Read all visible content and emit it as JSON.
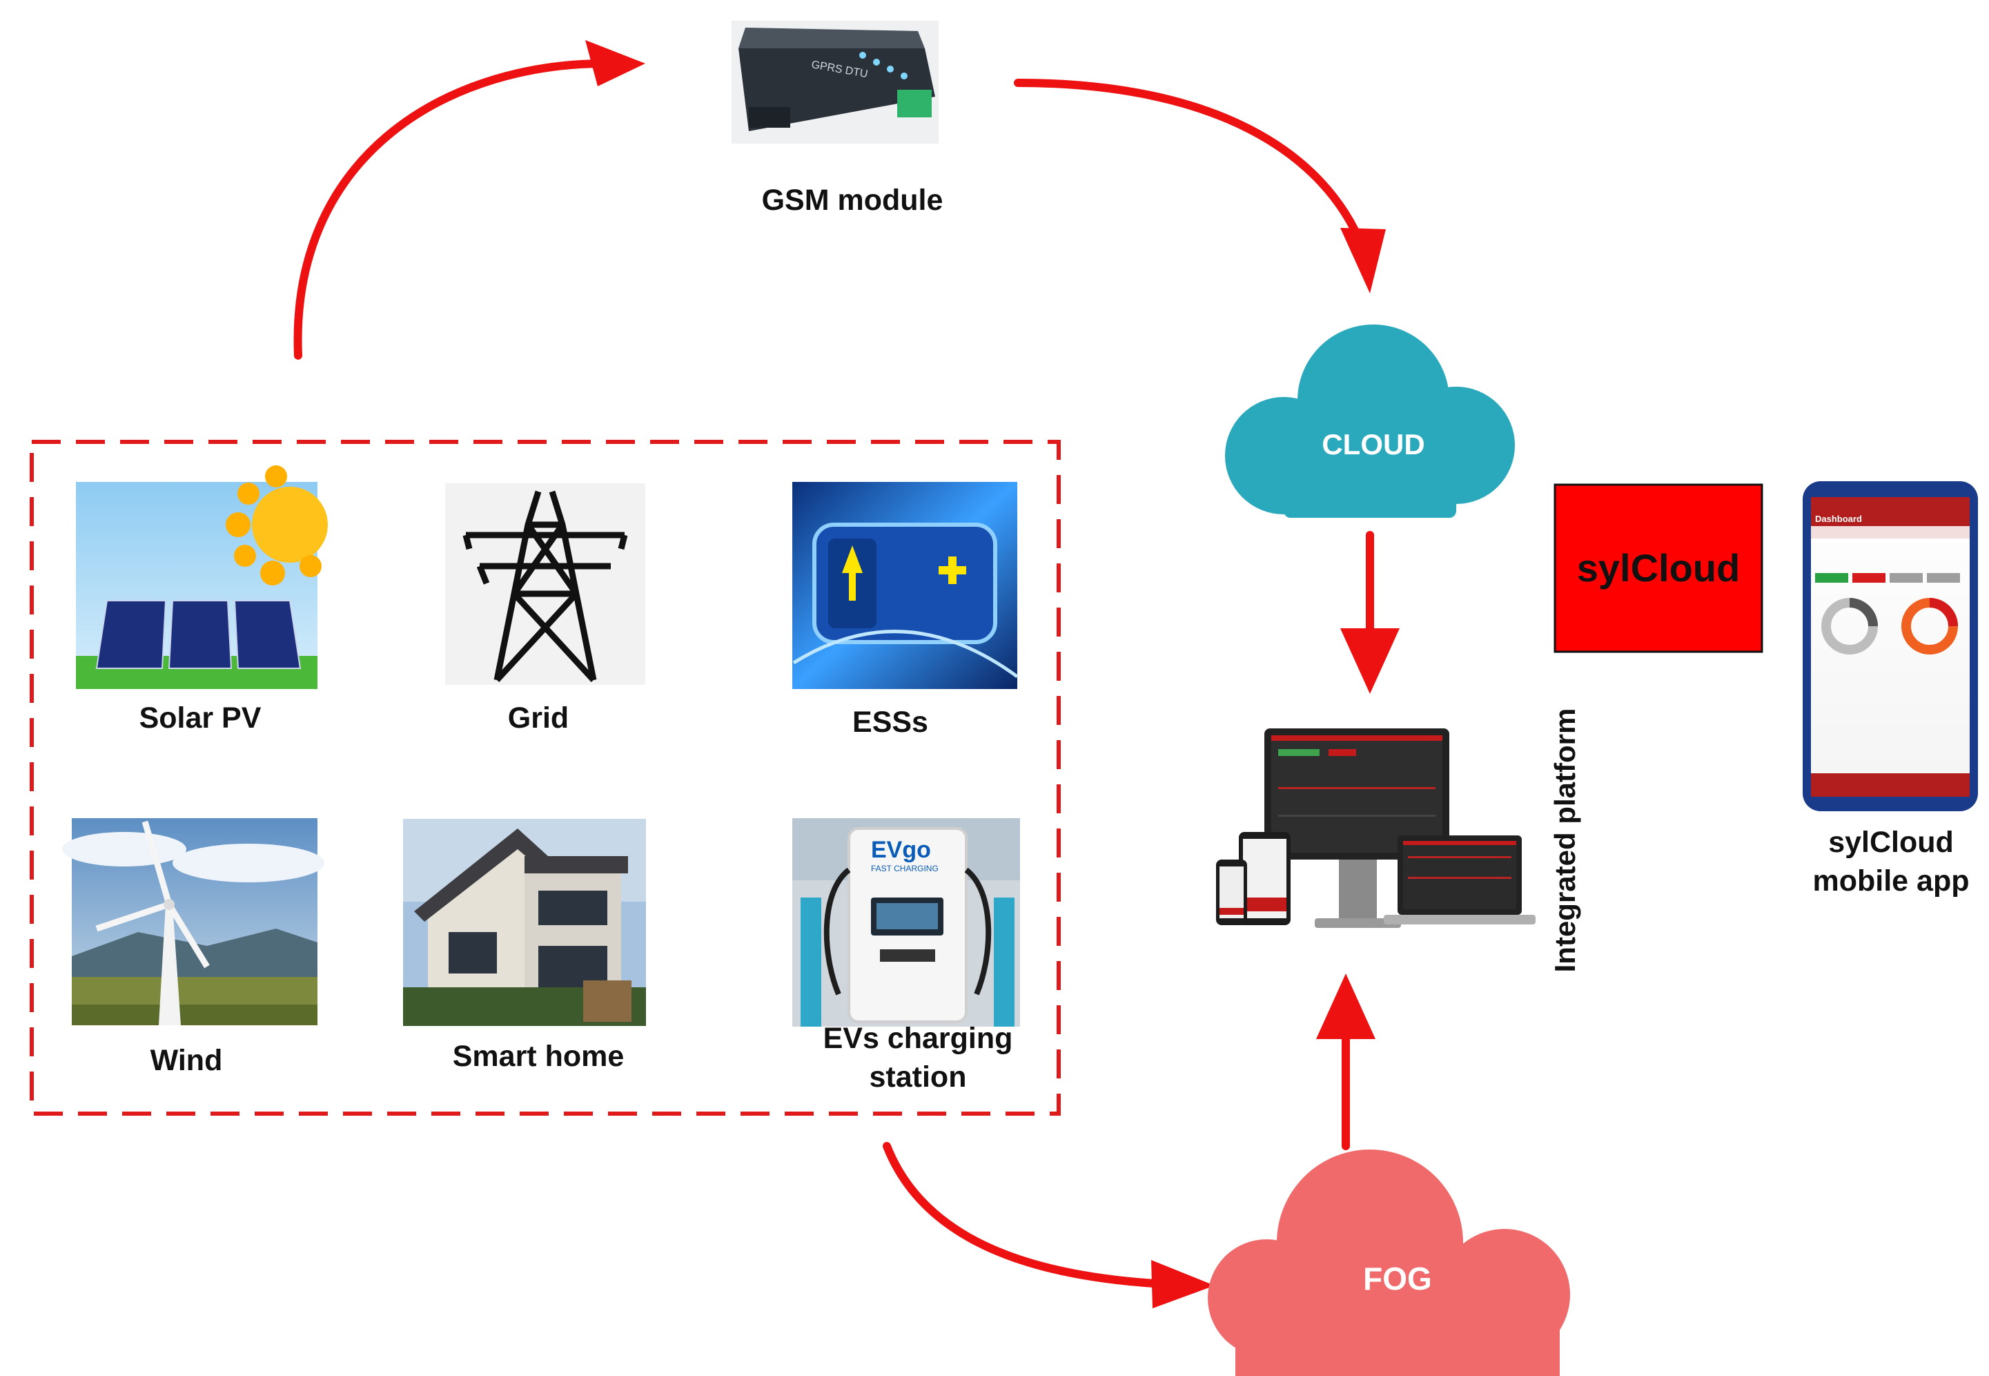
{
  "gsm": {
    "label": "GSM module",
    "device_text": "GPRS DTU"
  },
  "sources": {
    "solar": "Solar PV",
    "grid": "Grid",
    "ess": "ESSs",
    "wind": "Wind",
    "smart_home": "Smart home",
    "ev_line1": "EVs charging",
    "ev_line2": "station",
    "evgo_brand": "EVgo",
    "evgo_sub": "FAST CHARGING"
  },
  "cloud": {
    "label": "CLOUD",
    "color": "#2aa9bd"
  },
  "fog": {
    "label": "FOG",
    "color": "#f06a6c"
  },
  "platform": {
    "label": "Integrated platform"
  },
  "sylcloud": {
    "label": "sylCloud",
    "color": "#ff0000"
  },
  "mobile_app": {
    "line1": "sylCloud",
    "line2": "mobile app",
    "screen_title": "Dashboard"
  },
  "colors": {
    "arrow": "#ee1111",
    "dash_box": "#e01a1a"
  }
}
